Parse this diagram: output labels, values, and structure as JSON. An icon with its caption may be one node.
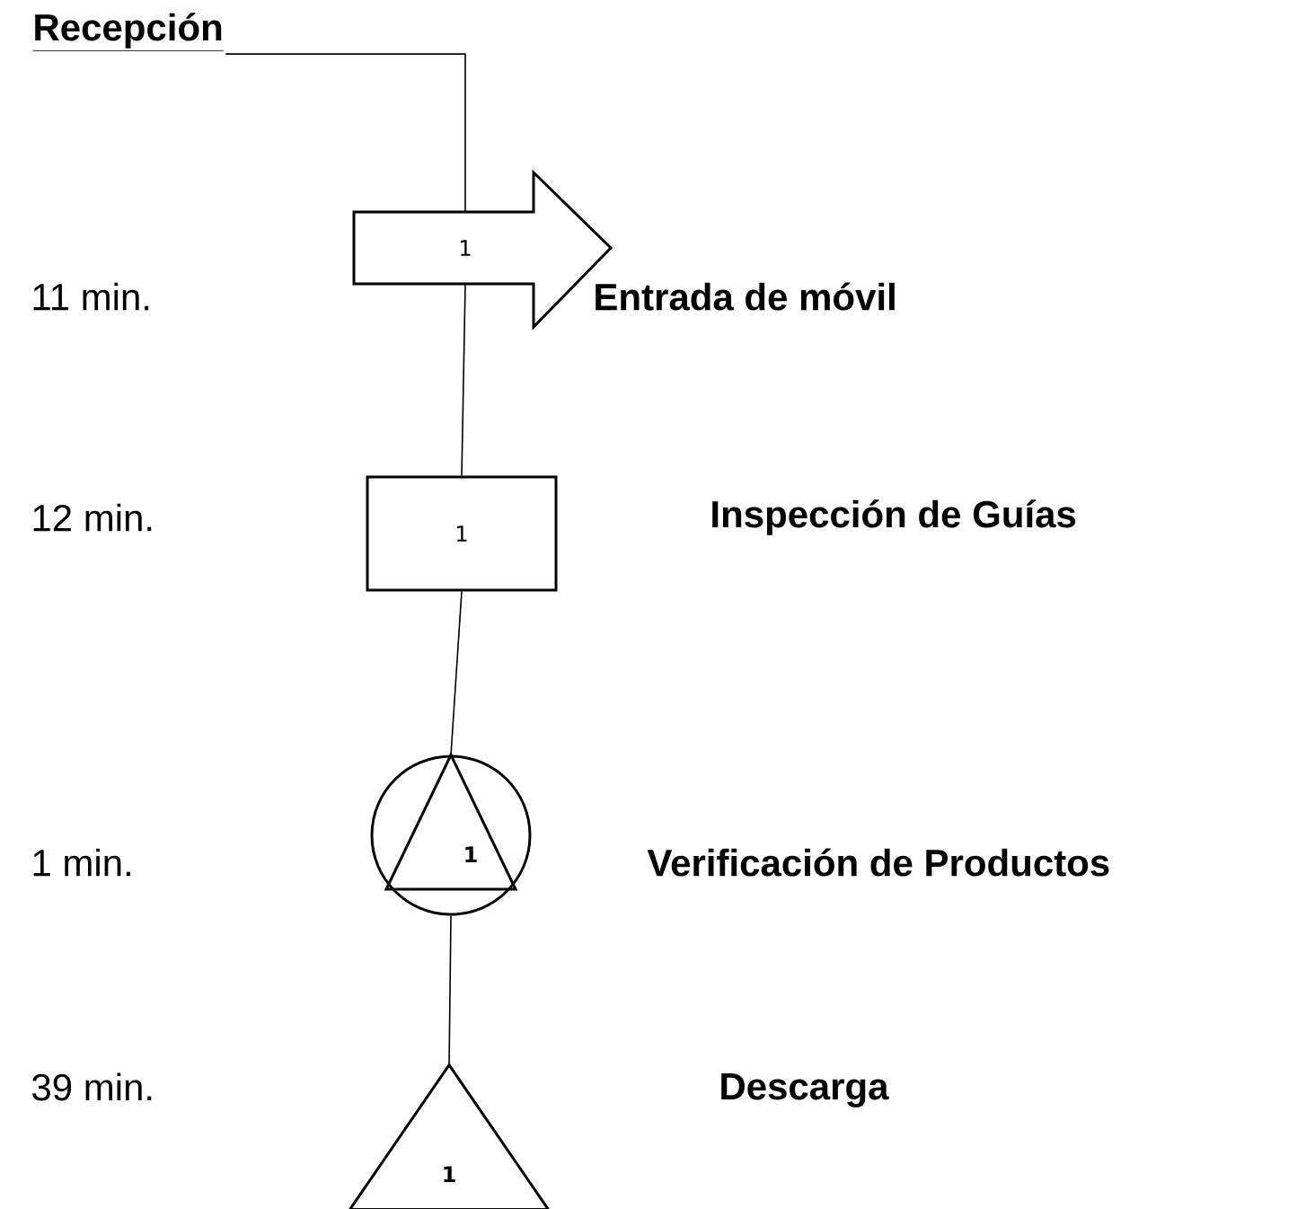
{
  "diagram": {
    "nodes": [
      {
        "text": [
          "Recepción"
        ]
      },
      {
        "text": [
          "1"
        ]
      },
      {
        "text": [
          "1"
        ]
      },
      {
        "text": [
          "1"
        ]
      },
      {
        "text": [
          "1"
        ]
      }
    ],
    "edges": [
      {
        "from": 0,
        "to": 1,
        "arrow": "none"
      },
      {
        "from": 1,
        "to": 2,
        "arrow": "none"
      },
      {
        "from": 2,
        "to": 3,
        "arrow": "none"
      },
      {
        "from": 3,
        "to": 4,
        "arrow": "none"
      }
    ],
    "labels": [
      "11 min.",
      "Entrada de móvil",
      "12 min.",
      "Inspección de Guías",
      "1 min.",
      "Verificación de Productos",
      "39 min.",
      "Descarga"
    ]
  }
}
